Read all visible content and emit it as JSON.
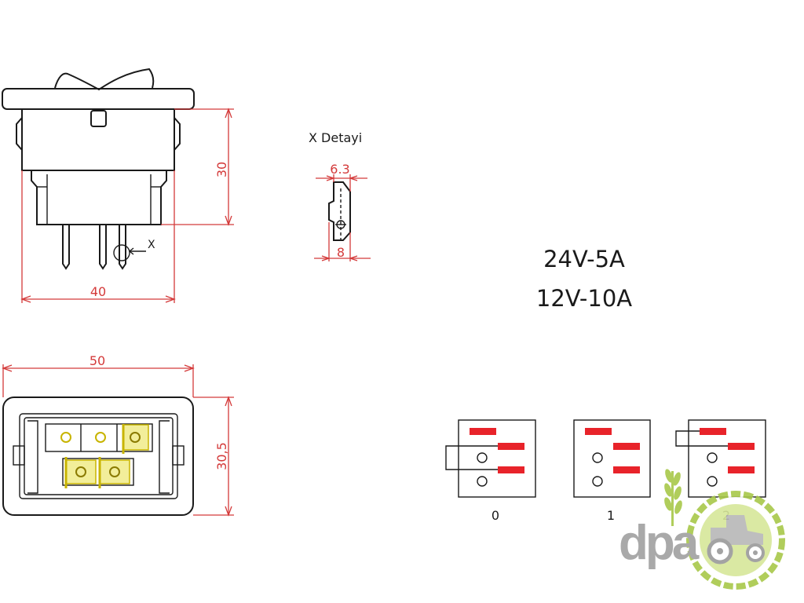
{
  "dimensions": {
    "height_side": "30",
    "width_side": "40",
    "width_top": "50",
    "height_top": "30,5",
    "tab_width": "6.3",
    "tab_length": "8"
  },
  "detail": {
    "title": "X Detayi",
    "marker": "X"
  },
  "ratings": {
    "line1": "24V-5A",
    "line2": "12V-10A"
  },
  "positions": [
    "0",
    "1",
    "2"
  ],
  "logo": {
    "text": "dpa",
    "accent_color": "#a8c84a",
    "text_color": "#a0a0a0"
  },
  "colors": {
    "outline": "#1a1a1a",
    "dimension": "#d43a3a",
    "terminal": "#e8232a",
    "contact": "#c8b400"
  }
}
